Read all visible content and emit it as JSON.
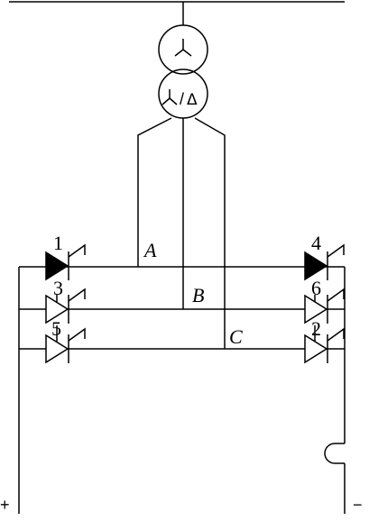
{
  "diagram": {
    "thyristor_labels": [
      "1",
      "4",
      "3",
      "6",
      "5",
      "2"
    ],
    "phase_labels": [
      "A",
      "B",
      "C"
    ],
    "transformer": {
      "primary_symbol": "Y",
      "secondary_symbol": "Y/Δ",
      "secondary_slash": "/",
      "secondary_delta": "Δ"
    },
    "terminals": {
      "positive": "+",
      "negative": "−"
    }
  }
}
